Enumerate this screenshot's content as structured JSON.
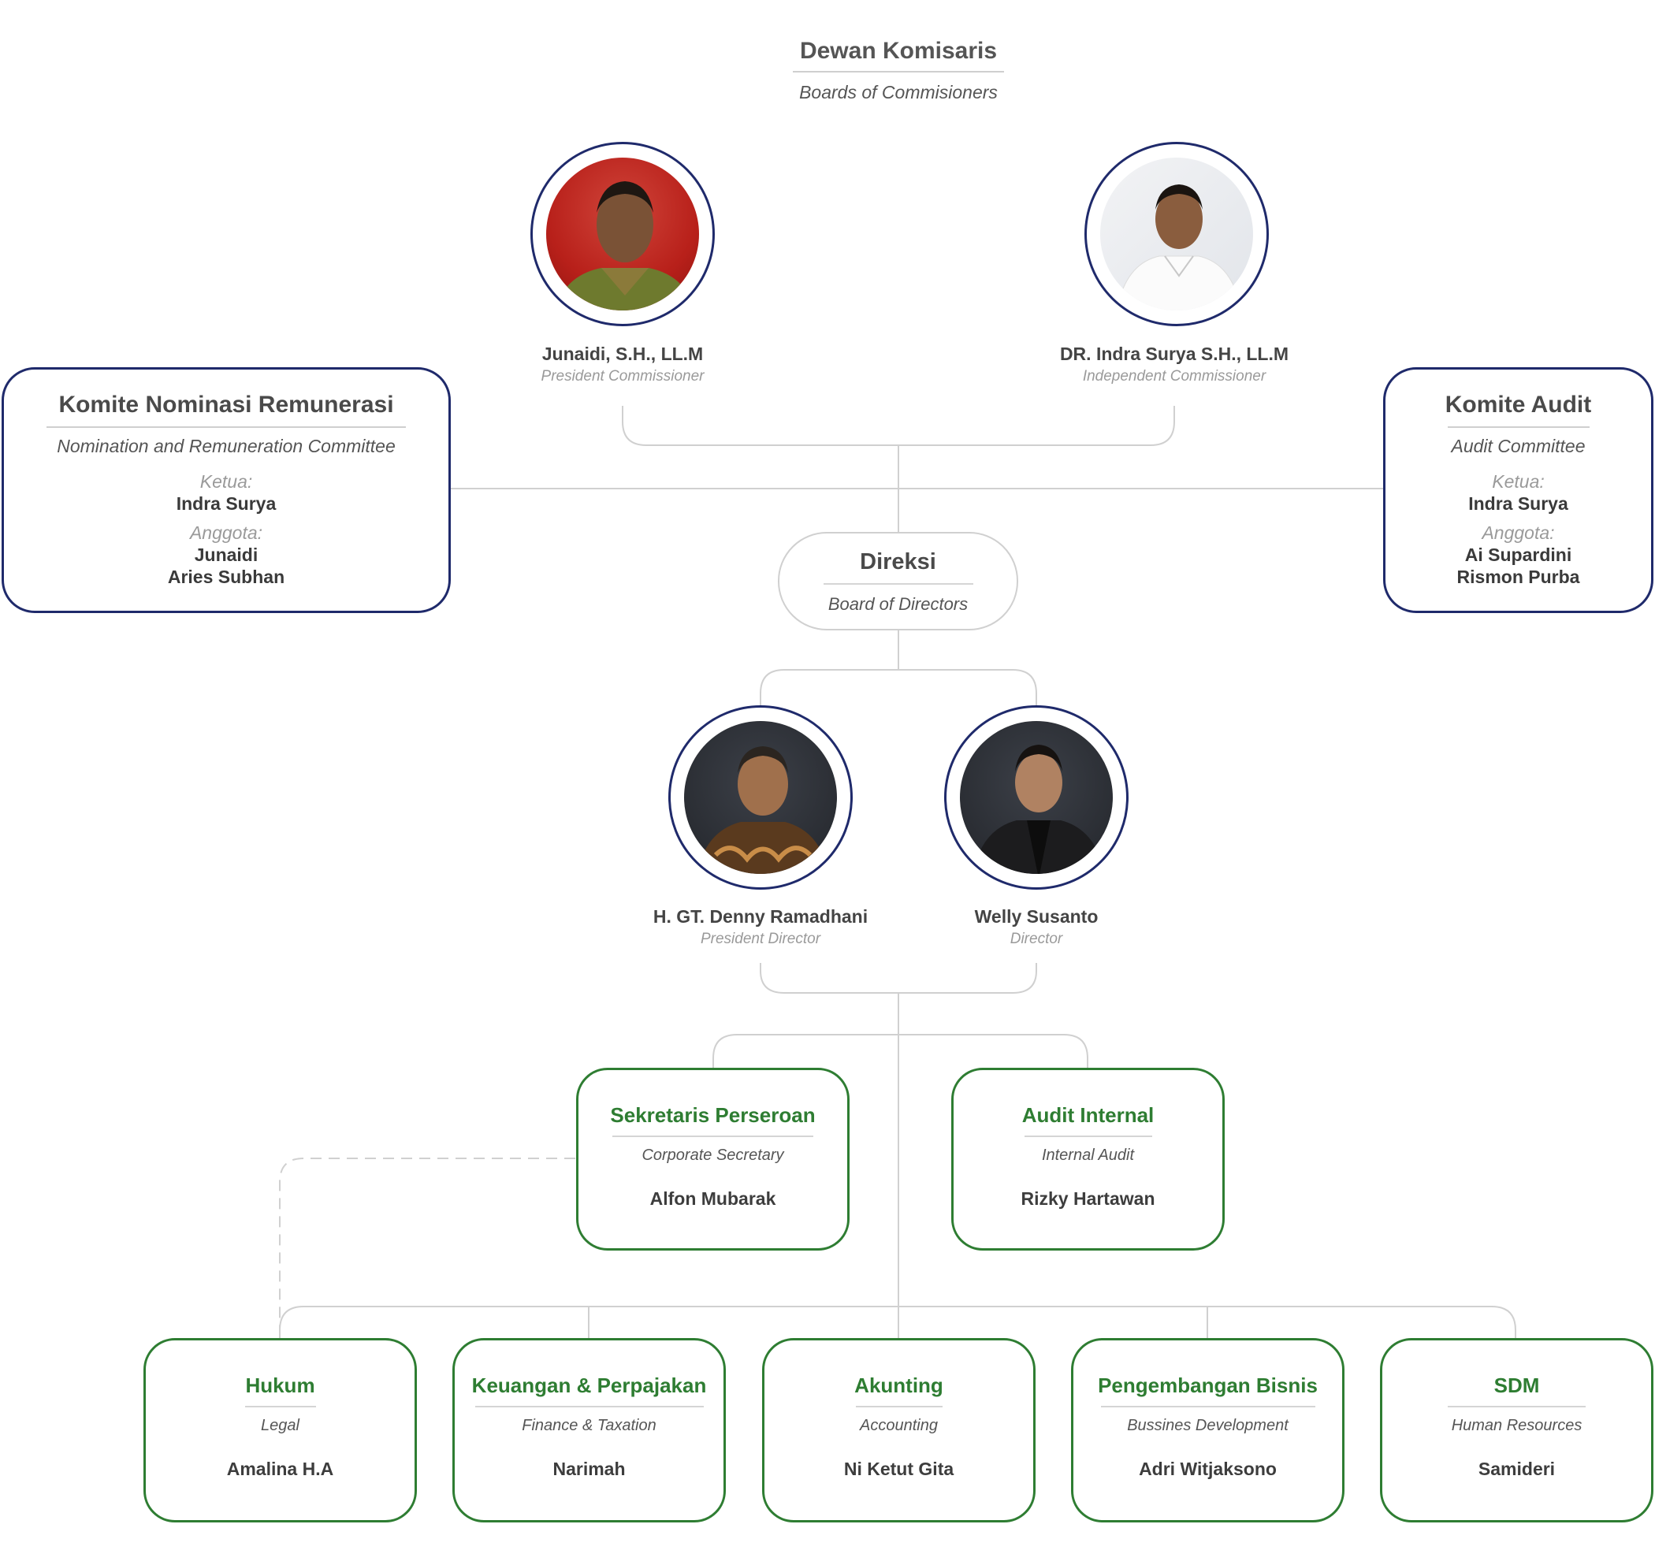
{
  "commissioners": {
    "title": "Dewan Komisaris",
    "subtitle": "Boards of Commisioners",
    "members": [
      {
        "name": "Junaidi, S.H., LL.M",
        "role": "President Commissioner"
      },
      {
        "name": "DR. Indra Surya S.H., LL.M",
        "role": "Independent Commissioner"
      }
    ]
  },
  "committees": {
    "nomination": {
      "title": "Komite Nominasi Remunerasi",
      "subtitle": "Nomination and Remuneration Committee",
      "chair_label": "Ketua:",
      "chair": "Indra Surya",
      "members_label": "Anggota:",
      "members": [
        "Junaidi",
        "Aries Subhan"
      ]
    },
    "audit": {
      "title": "Komite Audit",
      "subtitle": "Audit Committee",
      "chair_label": "Ketua:",
      "chair": "Indra Surya",
      "members_label": "Anggota:",
      "members": [
        "Ai Supardini",
        "Rismon Purba"
      ]
    }
  },
  "directors": {
    "title": "Direksi",
    "subtitle": "Board of Directors",
    "members": [
      {
        "name": "H. GT. Denny Ramadhani",
        "role": "President Director"
      },
      {
        "name": "Welly Susanto",
        "role": "Director"
      }
    ]
  },
  "units_top": [
    {
      "title": "Sekretaris Perseroan",
      "subtitle": "Corporate Secretary",
      "person": "Alfon Mubarak"
    },
    {
      "title": "Audit Internal",
      "subtitle": "Internal Audit",
      "person": "Rizky Hartawan"
    }
  ],
  "units_bottom": [
    {
      "title": "Hukum",
      "subtitle": "Legal",
      "person": "Amalina H.A"
    },
    {
      "title": "Keuangan & Perpajakan",
      "subtitle": "Finance & Taxation",
      "person": "Narimah"
    },
    {
      "title": "Akunting",
      "subtitle": "Accounting",
      "person": "Ni Ketut Gita"
    },
    {
      "title": "Pengembangan Bisnis",
      "subtitle": "Bussines Development",
      "person": "Adri Witjaksono"
    },
    {
      "title": "SDM",
      "subtitle": "Human Resources",
      "person": "Samideri"
    }
  ],
  "colors": {
    "navy": "#1f2a6b",
    "green": "#2e7d32",
    "connector": "#d0d0d0"
  }
}
